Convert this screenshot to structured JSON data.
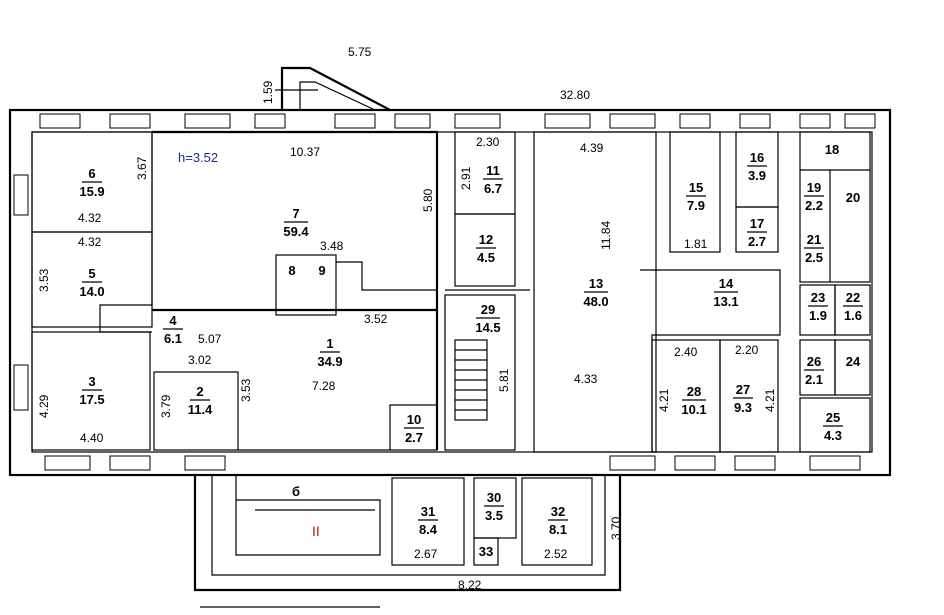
{
  "plan": {
    "ceiling_height": "h=3.52",
    "marker": "II",
    "rooms": [
      {
        "id": "r1",
        "number": "1",
        "area": "34.9"
      },
      {
        "id": "r2",
        "number": "2",
        "area": "11.4"
      },
      {
        "id": "r3",
        "number": "3",
        "area": "17.5"
      },
      {
        "id": "r4",
        "number": "4",
        "area": "6.1"
      },
      {
        "id": "r5",
        "number": "5",
        "area": "14.0"
      },
      {
        "id": "r6",
        "number": "6",
        "area": "15.9"
      },
      {
        "id": "r7",
        "number": "7",
        "area": "59.4"
      },
      {
        "id": "r8",
        "number": "8",
        "area": ""
      },
      {
        "id": "r9",
        "number": "9",
        "area": ""
      },
      {
        "id": "r10",
        "number": "10",
        "area": "2.7"
      },
      {
        "id": "r11",
        "number": "11",
        "area": "6.7"
      },
      {
        "id": "r12",
        "number": "12",
        "area": "4.5"
      },
      {
        "id": "r13",
        "number": "13",
        "area": "48.0"
      },
      {
        "id": "r14",
        "number": "14",
        "area": "13.1"
      },
      {
        "id": "r15",
        "number": "15",
        "area": "7.9"
      },
      {
        "id": "r16",
        "number": "16",
        "area": "3.9"
      },
      {
        "id": "r17",
        "number": "17",
        "area": "2.7"
      },
      {
        "id": "r18",
        "number": "18",
        "area": ""
      },
      {
        "id": "r19",
        "number": "19",
        "area": "2.2"
      },
      {
        "id": "r20",
        "number": "20",
        "area": ""
      },
      {
        "id": "r21",
        "number": "21",
        "area": "2.5"
      },
      {
        "id": "r22",
        "number": "22",
        "area": "1.6"
      },
      {
        "id": "r23",
        "number": "23",
        "area": "1.9"
      },
      {
        "id": "r24",
        "number": "24",
        "area": ""
      },
      {
        "id": "r25",
        "number": "25",
        "area": "4.3"
      },
      {
        "id": "r26",
        "number": "26",
        "area": "2.1"
      },
      {
        "id": "r27",
        "number": "27",
        "area": "9.3"
      },
      {
        "id": "r28",
        "number": "28",
        "area": "10.1"
      },
      {
        "id": "r29",
        "number": "29",
        "area": "14.5"
      },
      {
        "id": "r30",
        "number": "30",
        "area": "3.5"
      },
      {
        "id": "r31",
        "number": "31",
        "area": "8.4"
      },
      {
        "id": "r32",
        "number": "32",
        "area": "8.1"
      },
      {
        "id": "r33",
        "number": "33",
        "area": ""
      },
      {
        "id": "rb",
        "number": "б",
        "area": ""
      }
    ],
    "dimensions": [
      "5.75",
      "1.59",
      "32.80",
      "10.37",
      "3.67",
      "4.32",
      "4.32",
      "3.53",
      "5.80",
      "3.48",
      "3.52",
      "5.07",
      "3.02",
      "7.28",
      "4.29",
      "3.79",
      "3.53",
      "4.40",
      "2.30",
      "2.91",
      "4.39",
      "11.84",
      "1.81",
      "5.81",
      "4.33",
      "2.40",
      "2.20",
      "4.21",
      "4.21",
      "3.70",
      "2.67",
      "2.52",
      "8.22"
    ]
  }
}
